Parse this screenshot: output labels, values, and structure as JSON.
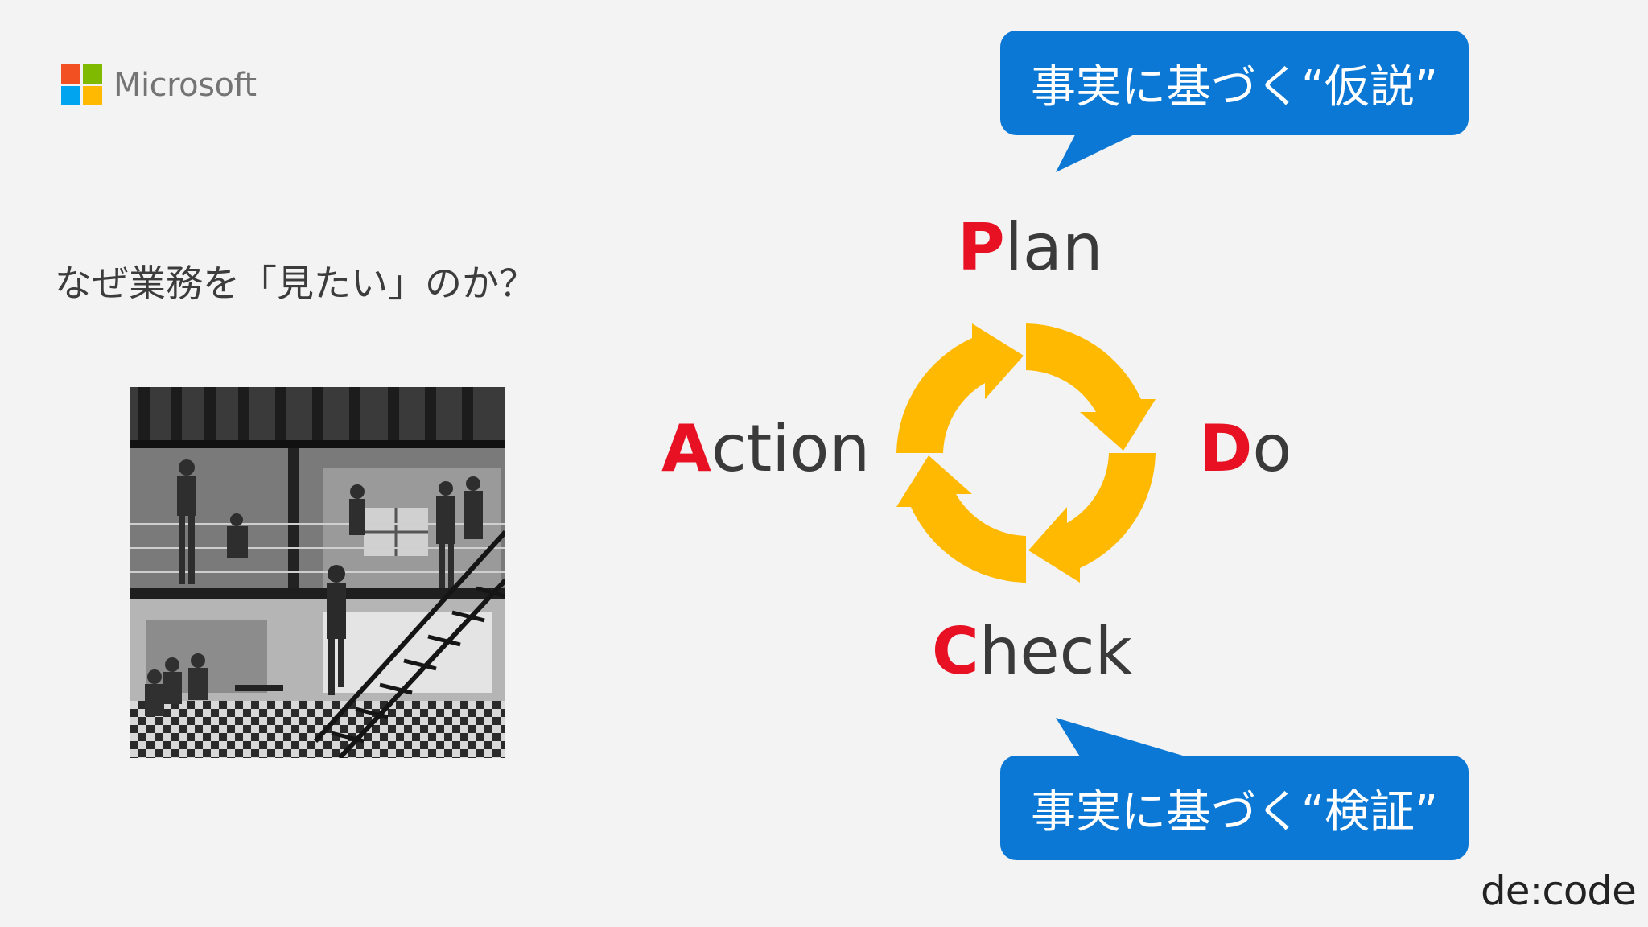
{
  "brand": {
    "logo_text": "Microsoft",
    "logo_colors": [
      "#f25022",
      "#7fba00",
      "#00a4ef",
      "#ffb900"
    ]
  },
  "question": "なぜ業務を「見たい」のか？",
  "photo": {
    "icon": "office-loft-photo"
  },
  "callouts": {
    "top": "事実に基づく“仮説”",
    "bottom": "事実に基づく“検証”",
    "color": "#0a78d4"
  },
  "pdca": {
    "accent_color": "#e81123",
    "arrow_color": "#ffb900",
    "plan": {
      "initial": "P",
      "rest": "lan"
    },
    "do": {
      "initial": "D",
      "rest": "o"
    },
    "check": {
      "initial": "C",
      "rest": "heck"
    },
    "action": {
      "initial": "A",
      "rest": "ction"
    }
  },
  "footer": {
    "event_logo": "de:code"
  }
}
